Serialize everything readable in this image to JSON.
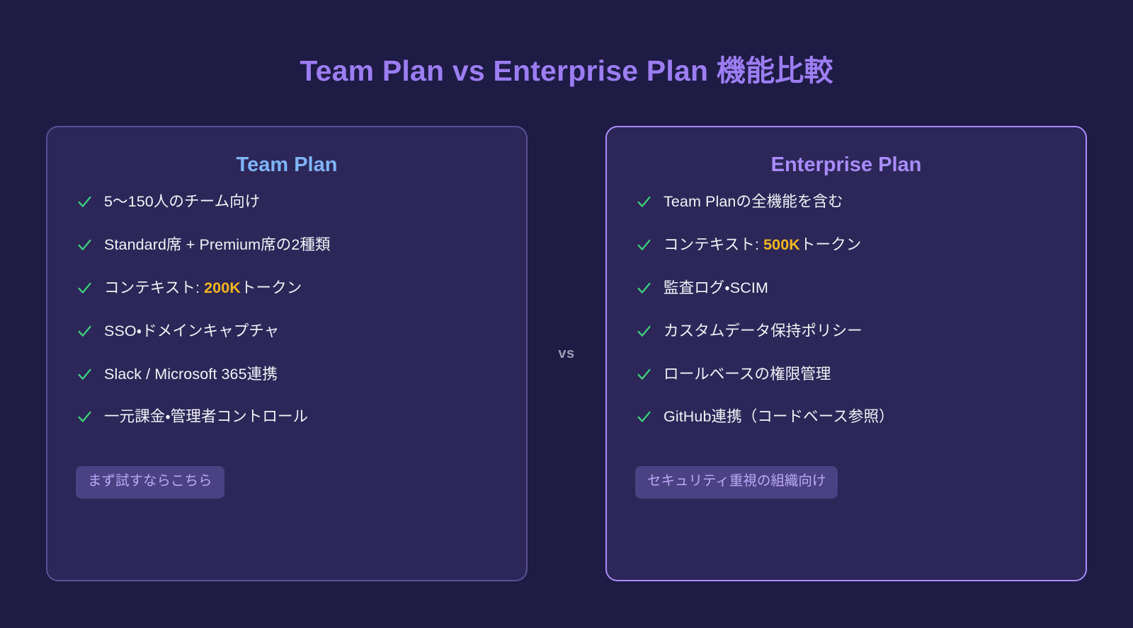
{
  "page": {
    "title": "Team Plan vs Enterprise Plan 機能比較",
    "background_color": "#1e1b45",
    "title_color": "#9c7df2",
    "divider_label": "vs"
  },
  "plans": [
    {
      "id": "team-plan",
      "name": "Team Plan",
      "name_color": "#7fb4f7",
      "border_color": "#5b4f92",
      "highlighted": false,
      "features": [
        {
          "text": "5〜150人のチーム向け",
          "prefix": "5〜150人のチーム向け",
          "highlight": "",
          "suffix": ""
        },
        {
          "text": "Standard席 + Premium席の2種類",
          "prefix": "Standard席 + Premium席の2種類",
          "highlight": "",
          "suffix": ""
        },
        {
          "text": "コンテキスト: 200Kトークン",
          "prefix": "コンテキスト: ",
          "highlight": "200K",
          "suffix": "トークン"
        },
        {
          "text": "SSO・ドメインキャプチャ",
          "prefix": "SSO・ドメインキャプチャ",
          "highlight": "",
          "suffix": ""
        },
        {
          "text": "Slack / Microsoft 365連携",
          "prefix": "Slack / Microsoft 365連携",
          "highlight": "",
          "suffix": ""
        },
        {
          "text": "一元課金・管理者コントロール",
          "prefix": "一元課金・管理者コントロール",
          "highlight": "",
          "suffix": ""
        }
      ],
      "badge": "まず試すならこちら"
    },
    {
      "id": "enterprise-plan",
      "name": "Enterprise Plan",
      "name_color": "#a98cfb",
      "border_color": "#a98cfb",
      "highlighted": true,
      "features": [
        {
          "text": "Team Planの全機能を含む",
          "prefix": "Team Planの全機能を含む",
          "highlight": "",
          "suffix": ""
        },
        {
          "text": "コンテキスト: 500Kトークン",
          "prefix": "コンテキスト: ",
          "highlight": "500K",
          "suffix": "トークン"
        },
        {
          "text": "監査ログ・SCIM",
          "prefix": "監査ログ・SCIM",
          "highlight": "",
          "suffix": ""
        },
        {
          "text": "カスタムデータ保持ポリシー",
          "prefix": "カスタムデータ保持ポリシー",
          "highlight": "",
          "suffix": ""
        },
        {
          "text": "ロールベースの権限管理",
          "prefix": "ロールベースの権限管理",
          "highlight": "",
          "suffix": ""
        },
        {
          "text": "GitHub連携（コードベース参照）",
          "prefix": "GitHub連携（コードベース参照）",
          "highlight": "",
          "suffix": ""
        }
      ],
      "badge": "セキュリティ重視の組織向け"
    }
  ],
  "icons": {
    "check": "check-icon",
    "check_color": "#3ed17f"
  }
}
